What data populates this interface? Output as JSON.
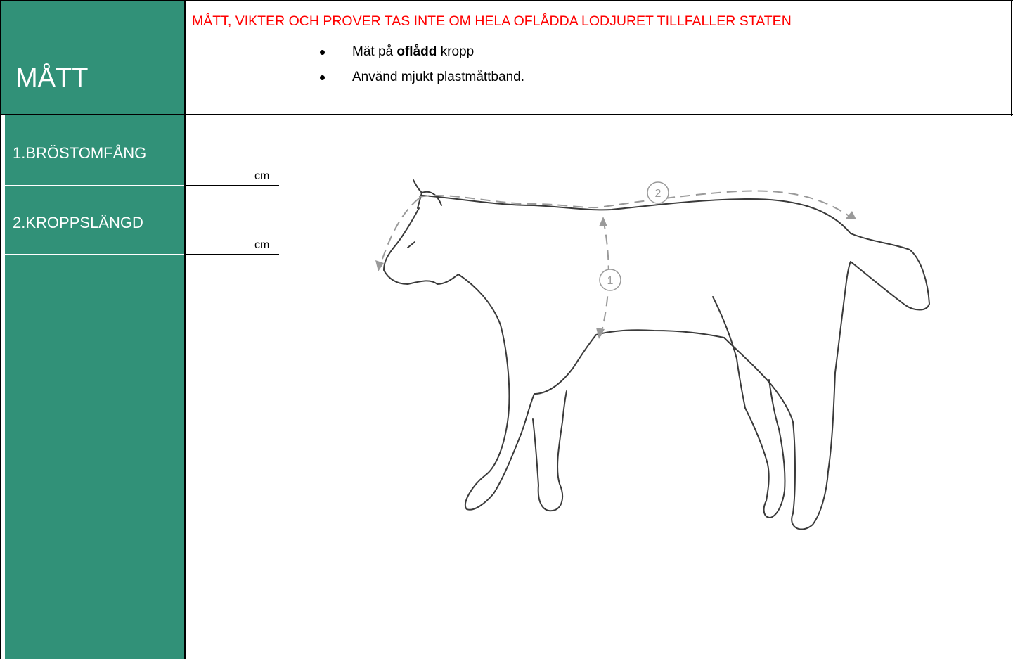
{
  "section": {
    "title": "MÅTT",
    "warning": "MÅTT, VIKTER OCH PROVER TAS INTE OM HELA OFLÅDDA LODJURET TILLFALLER STATEN",
    "instructions": [
      {
        "prefix": "Mät på ",
        "bold": "oflådd",
        "suffix": " kropp"
      },
      {
        "prefix": "Använd mjukt plastmåttband.",
        "bold": "",
        "suffix": ""
      }
    ]
  },
  "measurements": [
    {
      "label": "1.BRÖSTOMFÅNG",
      "unit": "cm",
      "marker": "1"
    },
    {
      "label": "2.KROPPSLÄNGD",
      "unit": "cm",
      "marker": "2"
    }
  ],
  "colors": {
    "header_green": "#319178",
    "warning_red": "#ff0000"
  }
}
